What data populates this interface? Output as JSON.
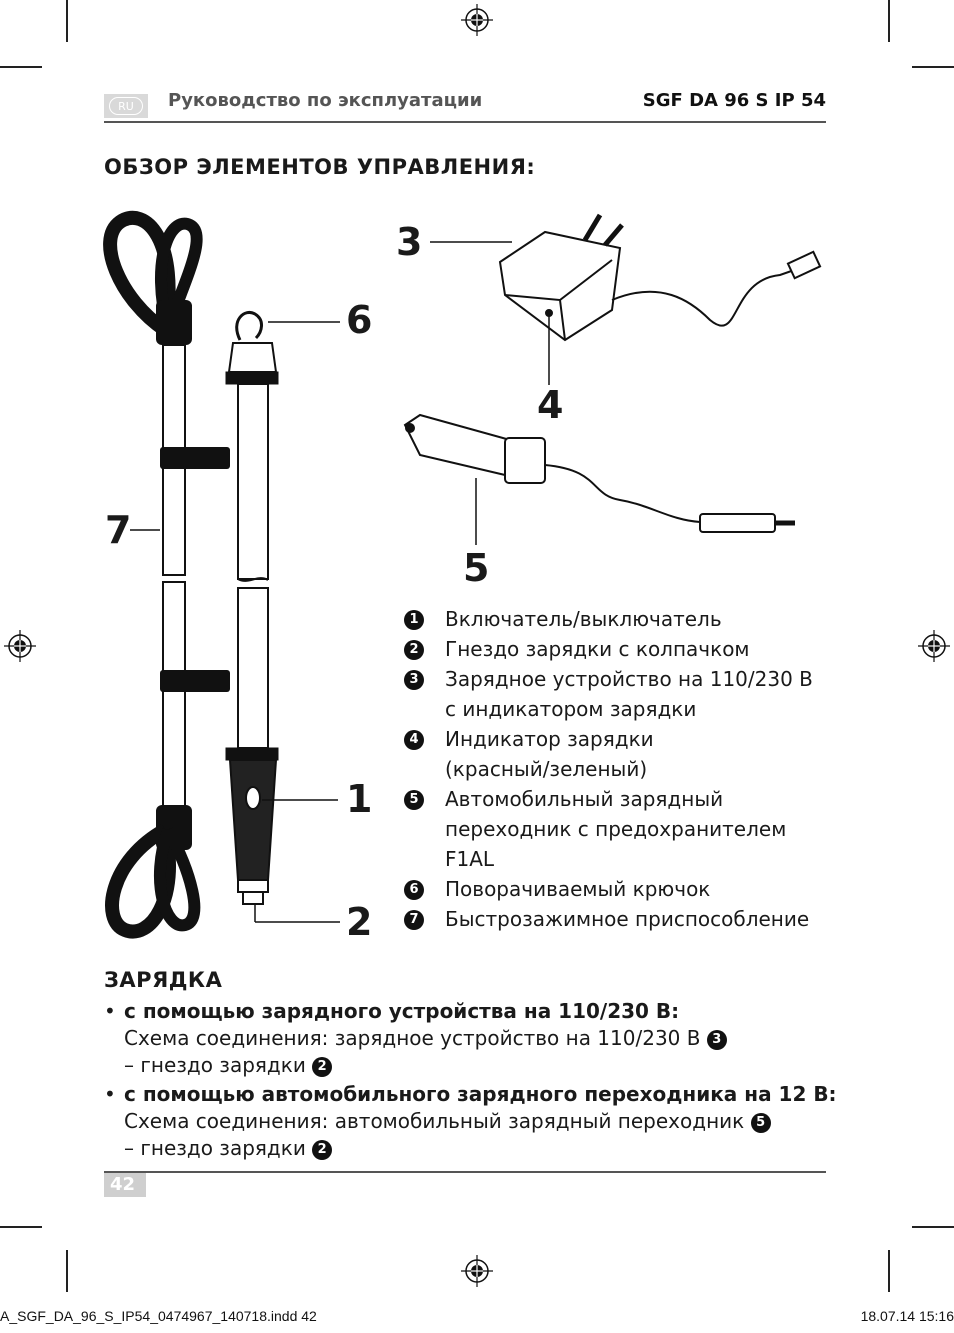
{
  "header": {
    "lang_badge": "RU",
    "title": "Руководство по эксплуатации",
    "model": "SGF DA 96 S IP 54"
  },
  "overview": {
    "title": "ОБЗОР ЭЛЕМЕНТОВ УПРАВЛЕНИЯ:"
  },
  "figure": {
    "callouts": [
      "3",
      "6",
      "4",
      "7",
      "5",
      "1",
      "2"
    ]
  },
  "legend": [
    {
      "num": "1",
      "text": "Включатель/выключатель"
    },
    {
      "num": "2",
      "text": "Гнездо зарядки с колпачком"
    },
    {
      "num": "3",
      "text": "Зарядное устройство на 110/230 В с индикатором зарядки"
    },
    {
      "num": "4",
      "text": "Индикатор зарядки (красный/зеленый)"
    },
    {
      "num": "5",
      "text": "Автомобильный зарядный переходник с предохранителем F1AL"
    },
    {
      "num": "6",
      "text": "Поворачиваемый крючок"
    },
    {
      "num": "7",
      "text": "Быстрозажимное приспособление"
    }
  ],
  "charging": {
    "title": "ЗАРЯДКА",
    "items": [
      {
        "heading": "с помощью зарядного устройства на 110/230 В:",
        "line1": "Схема соединения: зарядное устройство на 110/230 В",
        "ref1": "3",
        "line2": "– гнездо зарядки",
        "ref2": "2"
      },
      {
        "heading": "с помощью автомобильного зарядного переходника на 12 В:",
        "line1": "Схема соединения: автомобильный зарядный переходник",
        "ref1": "5",
        "line2": "– гнездо зарядки",
        "ref2": "2"
      }
    ]
  },
  "footer": {
    "page_number": "42",
    "slug_left": "A_SGF_DA_96_S_IP54_0474967_140718.indd   42",
    "slug_right": "18.07.14   15:16"
  }
}
